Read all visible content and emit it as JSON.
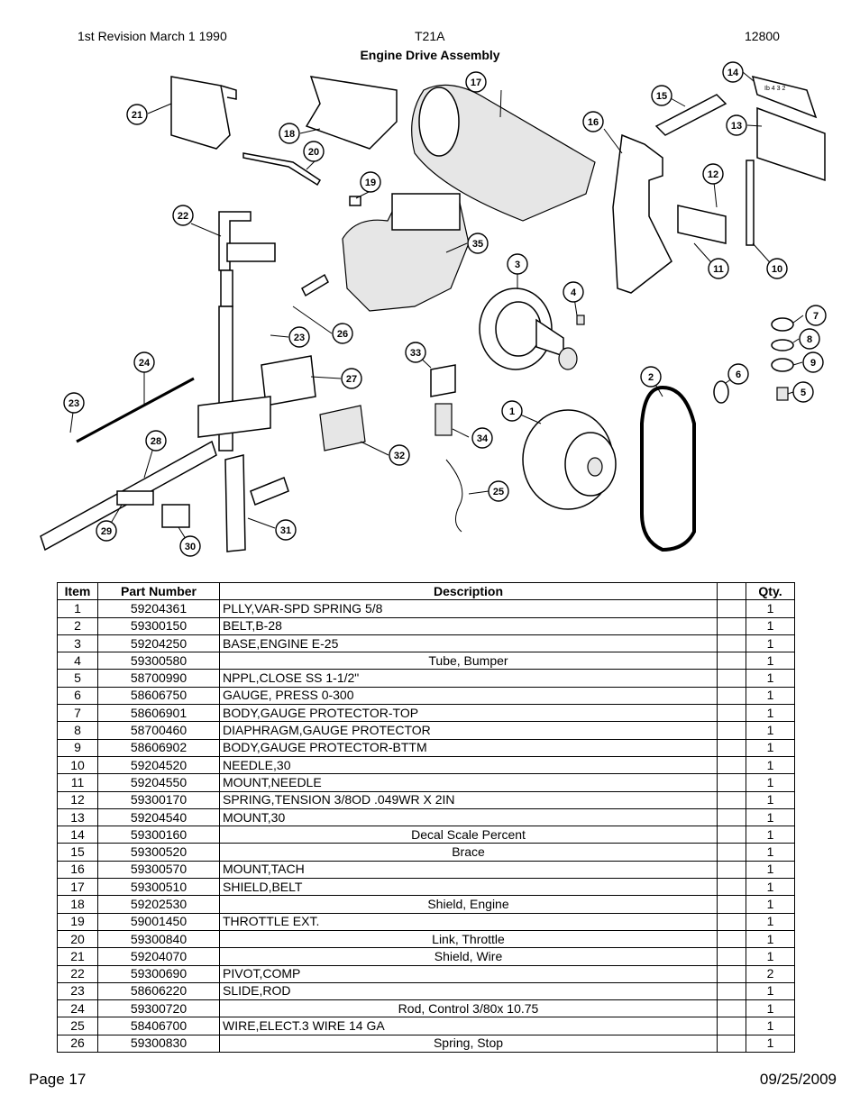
{
  "header": {
    "revision": "1st Revision March 1 1990",
    "model": "T21A",
    "doc_number": "12800",
    "title": "Engine Drive Assembly"
  },
  "diagram": {
    "callouts": [
      "1",
      "2",
      "3",
      "4",
      "5",
      "6",
      "7",
      "8",
      "9",
      "10",
      "11",
      "12",
      "13",
      "14",
      "15",
      "16",
      "17",
      "18",
      "19",
      "20",
      "21",
      "22",
      "23",
      "24",
      "25",
      "26",
      "27",
      "28",
      "29",
      "30",
      "31",
      "32",
      "33",
      "34",
      "35"
    ],
    "decal_label": "Ib 4 3 2"
  },
  "table": {
    "headers": [
      "Item",
      "Part Number",
      "Description",
      "",
      "Qty."
    ],
    "rows": [
      {
        "item": "1",
        "part": "59204361",
        "desc": "PLLY,VAR-SPD SPRING 5/8",
        "qty": "1",
        "align": "l"
      },
      {
        "item": "2",
        "part": "59300150",
        "desc": "BELT,B-28",
        "qty": "1",
        "align": "l"
      },
      {
        "item": "3",
        "part": "59204250",
        "desc": "BASE,ENGINE E-25",
        "qty": "1",
        "align": "l"
      },
      {
        "item": "4",
        "part": "59300580",
        "desc": "Tube, Bumper",
        "qty": "1",
        "align": "c"
      },
      {
        "item": "5",
        "part": "58700990",
        "desc": "NPPL,CLOSE SS 1-1/2\"",
        "qty": "1",
        "align": "l"
      },
      {
        "item": "6",
        "part": "58606750",
        "desc": "GAUGE, PRESS 0-300",
        "qty": "1",
        "align": "l"
      },
      {
        "item": "7",
        "part": "58606901",
        "desc": "BODY,GAUGE PROTECTOR-TOP",
        "qty": "1",
        "align": "l"
      },
      {
        "item": "8",
        "part": "58700460",
        "desc": "DIAPHRAGM,GAUGE PROTECTOR",
        "qty": "1",
        "align": "l"
      },
      {
        "item": "9",
        "part": "58606902",
        "desc": "BODY,GAUGE PROTECTOR-BTTM",
        "qty": "1",
        "align": "l"
      },
      {
        "item": "10",
        "part": "59204520",
        "desc": "NEEDLE,30",
        "qty": "1",
        "align": "l"
      },
      {
        "item": "11",
        "part": "59204550",
        "desc": "MOUNT,NEEDLE",
        "qty": "1",
        "align": "l"
      },
      {
        "item": "12",
        "part": "59300170",
        "desc": "SPRING,TENSION 3/8OD .049WR X 2IN",
        "qty": "1",
        "align": "l"
      },
      {
        "item": "13",
        "part": "59204540",
        "desc": "MOUNT,30",
        "qty": "1",
        "align": "l"
      },
      {
        "item": "14",
        "part": "59300160",
        "desc": "Decal Scale Percent",
        "qty": "1",
        "align": "c"
      },
      {
        "item": "15",
        "part": "59300520",
        "desc": "Brace",
        "qty": "1",
        "align": "c"
      },
      {
        "item": "16",
        "part": "59300570",
        "desc": "MOUNT,TACH",
        "qty": "1",
        "align": "l"
      },
      {
        "item": "17",
        "part": "59300510",
        "desc": "SHIELD,BELT",
        "qty": "1",
        "align": "l"
      },
      {
        "item": "18",
        "part": "59202530",
        "desc": "Shield, Engine",
        "qty": "1",
        "align": "c"
      },
      {
        "item": "19",
        "part": "59001450",
        "desc": "THROTTLE EXT.",
        "qty": "1",
        "align": "l"
      },
      {
        "item": "20",
        "part": "59300840",
        "desc": "Link, Throttle",
        "qty": "1",
        "align": "c"
      },
      {
        "item": "21",
        "part": "59204070",
        "desc": "Shield, Wire",
        "qty": "1",
        "align": "c"
      },
      {
        "item": "22",
        "part": "59300690",
        "desc": "PIVOT,COMP",
        "qty": "2",
        "align": "l"
      },
      {
        "item": "23",
        "part": "58606220",
        "desc": "SLIDE,ROD",
        "qty": "1",
        "align": "l"
      },
      {
        "item": "24",
        "part": "59300720",
        "desc": "Rod, Control 3/80x 10.75",
        "qty": "1",
        "align": "c"
      },
      {
        "item": "25",
        "part": "58406700",
        "desc": "WIRE,ELECT.3 WIRE 14 GA",
        "qty": "1",
        "align": "l"
      },
      {
        "item": "26",
        "part": "59300830",
        "desc": "Spring, Stop",
        "qty": "1",
        "align": "c"
      }
    ]
  },
  "footer": {
    "page": "Page 17",
    "date": "09/25/2009"
  }
}
